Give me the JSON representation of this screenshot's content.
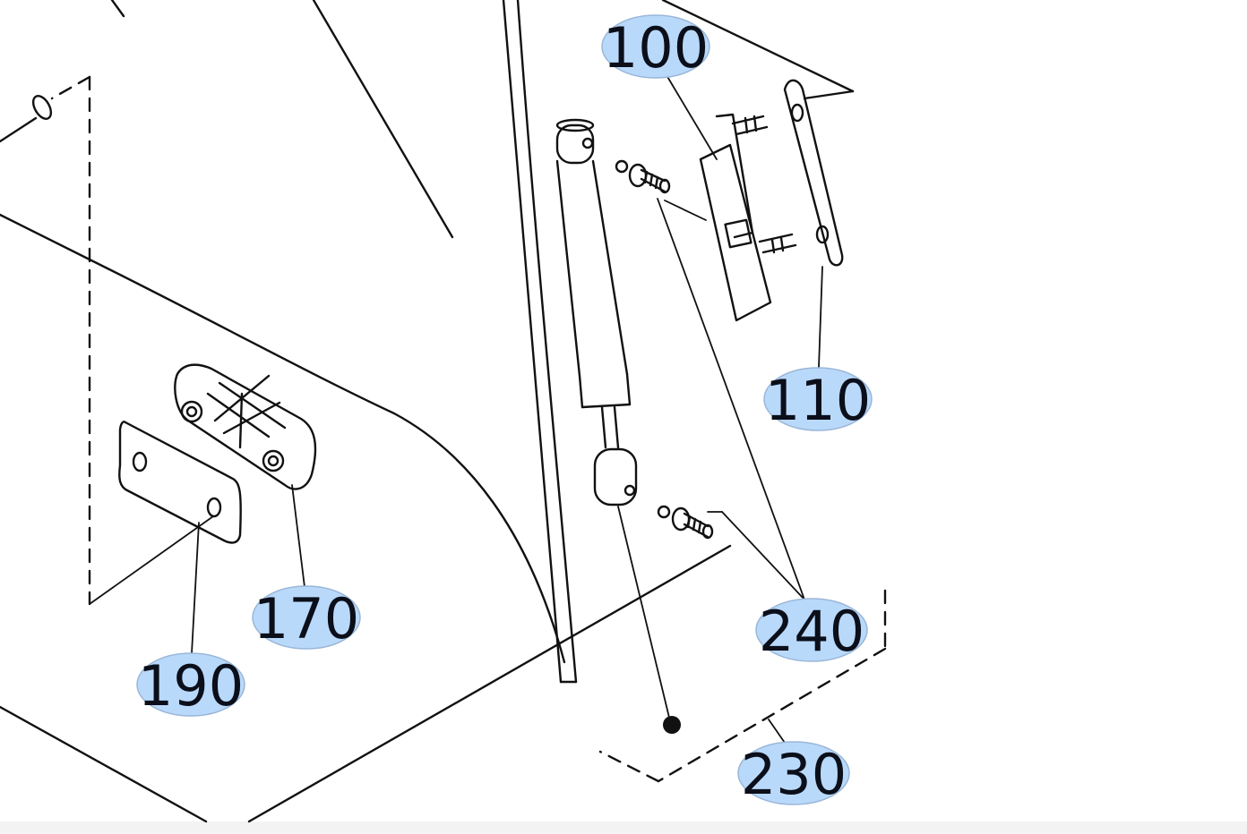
{
  "diagram": {
    "colors": {
      "line": "#111111",
      "callout_fill": "#b9d9fb",
      "callout_stroke": "#9ab6d8",
      "text": "#0b0f1a"
    },
    "callouts": {
      "c100": "100",
      "c110": "110",
      "c170": "170",
      "c190": "190",
      "c230": "230",
      "c240": "240"
    }
  }
}
